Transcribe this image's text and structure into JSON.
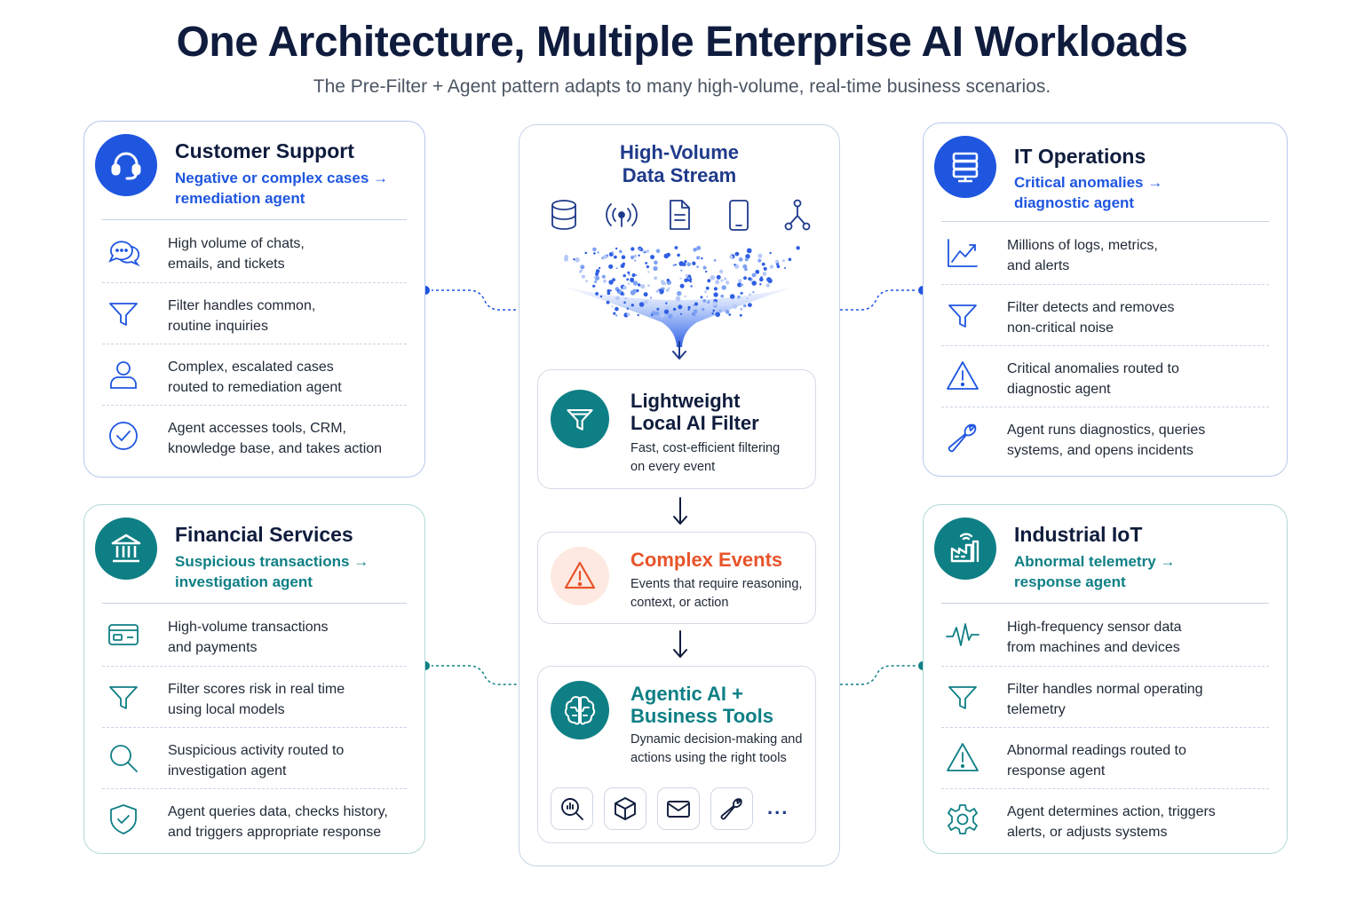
{
  "header": {
    "title": "One Architecture, Multiple Enterprise AI Workloads",
    "subtitle": "The Pre-Filter + Agent pattern adapts to many high-volume, real-time business scenarios."
  },
  "center": {
    "stream_title_line1": "High-Volume",
    "stream_title_line2": "Data Stream",
    "source_icons": [
      "database-icon",
      "broadcast-icon",
      "document-icon",
      "mobile-icon",
      "network-icon"
    ],
    "filter": {
      "title_line1": "Lightweight",
      "title_line2": "Local AI Filter",
      "desc_line1": "Fast, cost-efficient filtering",
      "desc_line2": "on every event"
    },
    "complex": {
      "title": "Complex Events",
      "desc_line1": "Events that require reasoning,",
      "desc_line2": "context, or action"
    },
    "agentic": {
      "title_line1": "Agentic AI +",
      "title_line2": "Business Tools",
      "desc_line1": "Dynamic decision-making and",
      "desc_line2": "actions using the right tools",
      "tools": [
        "search-icon",
        "cube-icon",
        "mail-icon",
        "wrench-icon"
      ],
      "more": "..."
    }
  },
  "cards": {
    "customer": {
      "title": "Customer Support",
      "sub_line1": "Negative or complex cases →",
      "sub_line2": "remediation agent",
      "items": [
        {
          "l1": "High volume of chats,",
          "l2": "emails, and tickets"
        },
        {
          "l1": "Filter handles common,",
          "l2": "routine inquiries"
        },
        {
          "l1": "Complex, escalated cases",
          "l2": "routed to remediation agent"
        },
        {
          "l1": "Agent accesses tools, CRM,",
          "l2": "knowledge base, and takes action"
        }
      ]
    },
    "it": {
      "title": "IT Operations",
      "sub_line1": "Critical anomalies →",
      "sub_line2": "diagnostic agent",
      "items": [
        {
          "l1": "Millions of logs, metrics,",
          "l2": "and alerts"
        },
        {
          "l1": "Filter detects and removes",
          "l2": "non-critical noise"
        },
        {
          "l1": "Critical anomalies routed to",
          "l2": "diagnostic agent"
        },
        {
          "l1": "Agent runs diagnostics, queries",
          "l2": "systems, and opens incidents"
        }
      ]
    },
    "finance": {
      "title": "Financial Services",
      "sub_line1": "Suspicious transactions →",
      "sub_line2": "investigation agent",
      "items": [
        {
          "l1": "High-volume transactions",
          "l2": "and payments"
        },
        {
          "l1": "Filter scores risk in real time",
          "l2": "using local models"
        },
        {
          "l1": "Suspicious activity routed to",
          "l2": "investigation agent"
        },
        {
          "l1": "Agent queries data, checks history,",
          "l2": "and triggers appropriate response"
        }
      ]
    },
    "iot": {
      "title": "Industrial IoT",
      "sub_line1": "Abnormal telemetry →",
      "sub_line2": "response agent",
      "items": [
        {
          "l1": "High-frequency sensor data",
          "l2": "from machines and devices"
        },
        {
          "l1": "Filter handles normal operating",
          "l2": "telemetry"
        },
        {
          "l1": "Abnormal readings routed to",
          "l2": "response agent"
        },
        {
          "l1": "Agent determines action, triggers",
          "l2": "alerts, or adjusts systems"
        }
      ]
    }
  },
  "colors": {
    "navy": "#0f1c3d",
    "blue": "#1f56e0",
    "teal": "#0e7f85",
    "orange": "#e8542a"
  }
}
